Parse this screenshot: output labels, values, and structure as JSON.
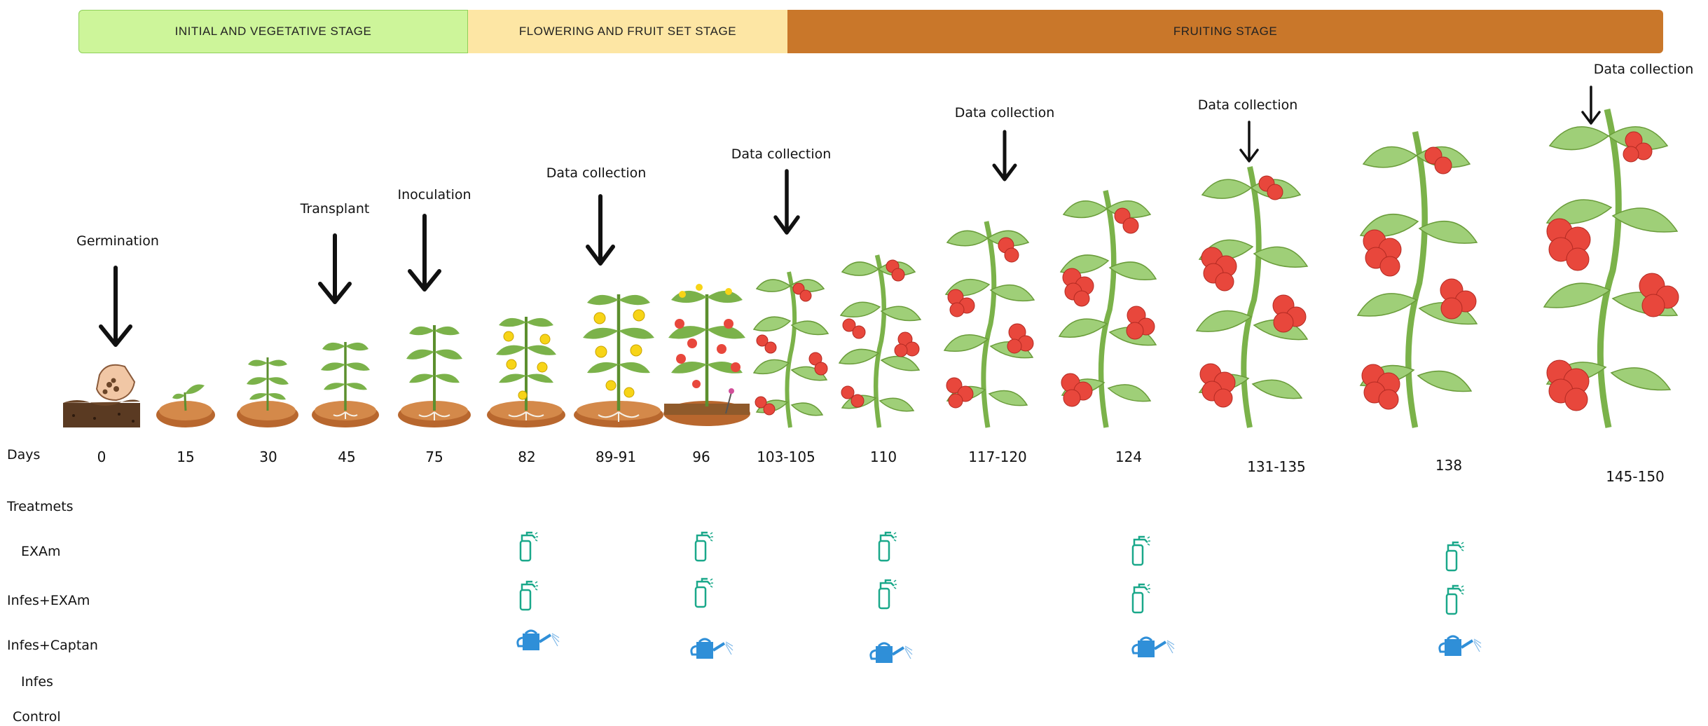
{
  "stages": {
    "initial": "INITIAL AND VEGETATIVE STAGE",
    "flowering": "FLOWERING AND FRUIT SET STAGE",
    "fruiting": "FRUITING STAGE"
  },
  "events": {
    "germination": "Germination",
    "transplant": "Transplant",
    "inoculation": "Inoculation",
    "data_collection": "Data collection"
  },
  "rows": {
    "days": "Days",
    "treatments": "Treatmets",
    "exam": "EXAm",
    "infes_exam": "Infes+EXAm",
    "infes_captan": "Infes+Captan",
    "infes": "Infes",
    "control": "Control"
  },
  "days": [
    "0",
    "15",
    "30",
    "45",
    "75",
    "82",
    "89-91",
    "96",
    "103-105",
    "110",
    "117-120",
    "124",
    "131-135",
    "138",
    "145-150"
  ],
  "colors": {
    "stage_initial": "#cdf59a",
    "stage_flowering": "#fde6a4",
    "stage_fruiting": "#c9772a",
    "sprayer": "#1aa88a",
    "watering_can": "#2f8fd8",
    "leaf": "#7bb24a",
    "fruit": "#e8473c",
    "flower": "#f7d417",
    "soil": "#b8672e"
  }
}
